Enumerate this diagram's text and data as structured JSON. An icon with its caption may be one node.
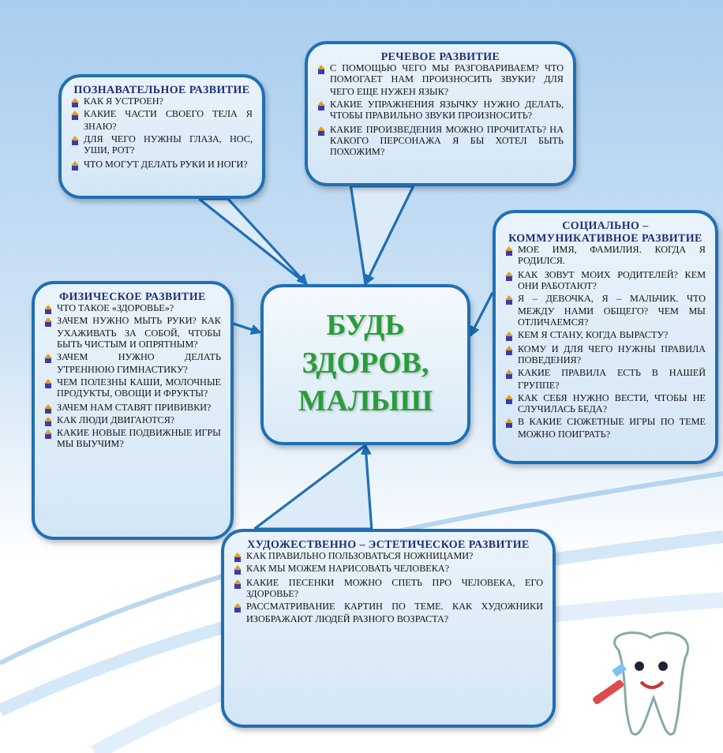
{
  "diagram": {
    "nodes": [
      {
        "text": [
          "БУДЬ ЗДОРОВ, МАЛЫШ"
        ]
      },
      {
        "text": [
          "ПОЗНАВАТЕЛЬНОЕ РАЗВИТИЕ",
          "КАК Я УСТРОЕН?",
          "КАКИЕ ЧАСТИ СВОЕГО ТЕЛА Я ЗНАЮ?",
          "ДЛЯ ЧЕГО НУЖНЫ ГЛАЗА, НОС, УШИ, РОТ?",
          "ЧТО МОГУТ ДЕЛАТЬ РУКИ И НОГИ?"
        ]
      },
      {
        "text": [
          "РЕЧЕВОЕ РАЗВИТИЕ",
          "С ПОМОЩЬЮ ЧЕГО МЫ РАЗГОВАРИВАЕМ? ЧТО ПОМОГАЕТ НАМ ПРОИЗНОСИТЬ ЗВУКИ? ДЛЯ ЧЕГО ЕЩЕ НУЖЕН ЯЗЫК?",
          "КАКИЕ УПРАЖНЕНИЯ ЯЗЫЧКУ НУЖНО ДЕЛАТЬ, ЧТОБЫ ПРАВИЛЬНО ЗВУКИ ПРОИЗНОСИТЬ?",
          "КАКИЕ ПРОИЗВЕДЕНИЯ МОЖНО ПРОЧИТАТЬ? НА КАКОГО ПЕРСОНАЖА Я БЫ ХОТЕЛ БЫТЬ ПОХОЖИМ?"
        ]
      },
      {
        "text": [
          "ФИЗИЧЕСКОЕ РАЗВИТИЕ",
          "ЧТО ТАКОЕ «ЗДОРОВЬЕ»?",
          "ЗАЧЕМ НУЖНО МЫТЬ РУКИ? КАК УХАЖИВАТЬ ЗА СОБОЙ, ЧТОБЫ БЫТЬ ЧИСТЫМ И ОПРЯТНЫМ?",
          "ЗАЧЕМ НУЖНО ДЕЛАТЬ УТРЕННЮЮ ГИМНАСТИКУ?",
          "ЧЕМ ПОЛЕЗНЫ КАШИ, МОЛОЧНЫЕ ПРОДУКТЫ, ОВОЩИ И ФРУКТЫ?",
          "ЗАЧЕМ НАМ СТАВЯТ ПРИВИВКИ?",
          "КАК ЛЮДИ ДВИГАЮТСЯ?",
          "КАКИЕ НОВЫЕ ПОДВИЖНЫЕ ИГРЫ МЫ ВЫУЧИМ?"
        ]
      },
      {
        "text": [
          "СОЦИАЛЬНО – КОММУНИКАТИВНОЕ РАЗВИТИЕ",
          "МОЕ ИМЯ, ФАМИЛИЯ. КОГДА Я РОДИЛСЯ.",
          "КАК ЗОВУТ МОИХ РОДИТЕЛЕЙ? КЕМ ОНИ РАБОТАЮТ?",
          "Я – ДЕВОЧКА, Я – МАЛЬЧИК. ЧТО МЕЖДУ НАМИ ОБЩЕГО? ЧЕМ МЫ ОТЛИЧАЕМСЯ?",
          "КЕМ Я СТАНУ, КОГДА ВЫРАСТУ?",
          "КОМУ И ДЛЯ ЧЕГО НУЖНЫ ПРАВИЛА ПОВЕДЕНИЯ?",
          "КАКИЕ ПРАВИЛА ЕСТЬ В НАШЕЙ ГРУППЕ?",
          "КАК СЕБЯ НУЖНО ВЕСТИ, ЧТОБЫ НЕ СЛУЧИЛАСЬ БЕДА?",
          "В КАКИЕ СЮЖЕТНЫЕ ИГРЫ ПО ТЕМЕ МОЖНО ПОИГРАТЬ?"
        ]
      },
      {
        "text": [
          "ХУДОЖЕСТВЕННО – ЭСТЕТИЧЕСКОЕ РАЗВИТИЕ",
          "КАК ПРАВИЛЬНО ПОЛЬЗОВАТЬСЯ НОЖНИЦАМИ?",
          "КАК МЫ МОЖЕМ НАРИСОВАТЬ ЧЕЛОВЕКА?",
          "КАКИЕ ПЕСЕНКИ МОЖНО СПЕТЬ ПРО ЧЕЛОВЕКА, ЕГО ЗДОРОВЬЕ?",
          "РАССМАТРИВАНИЕ КАРТИН ПО ТЕМЕ. КАК ХУДОЖНИКИ ИЗОБРАЖАЮТ ЛЮДЕЙ РАЗНОГО ВОЗРАСТА?"
        ]
      }
    ],
    "edges": [
      {
        "from": 1,
        "to": 0,
        "arrow": "to"
      },
      {
        "from": 2,
        "to": 0,
        "arrow": "to"
      },
      {
        "from": 3,
        "to": 0,
        "arrow": "to"
      },
      {
        "from": 4,
        "to": 0,
        "arrow": "to"
      },
      {
        "from": 5,
        "to": 0,
        "arrow": "to"
      }
    ]
  }
}
